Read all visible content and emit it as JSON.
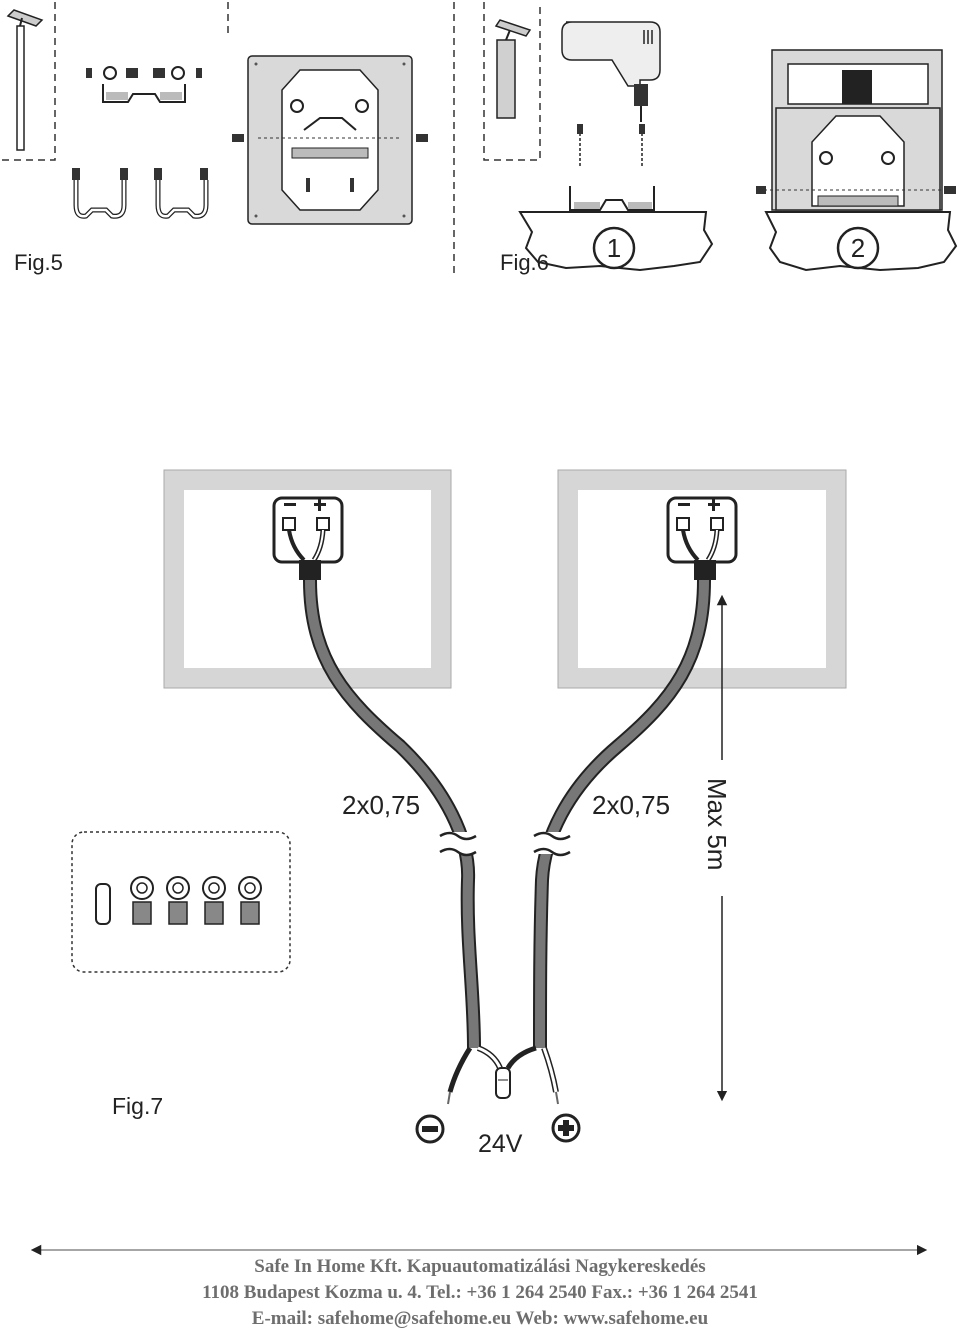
{
  "figures": {
    "fig5": {
      "label": "Fig.5"
    },
    "fig6": {
      "label": "Fig.6",
      "steps": [
        "1",
        "2"
      ]
    },
    "fig7": {
      "label": "Fig.7",
      "cable_left": "2x0,75",
      "cable_right": "2x0,75",
      "max_length": "Max 5m",
      "voltage": "24V"
    }
  },
  "footer": {
    "line1": "Safe In Home Kft. Kapuautomatizálási Nagykereskedés",
    "line2": "1108 Budapest Kozma u. 4.    Tel.: +36 1 264 2540 Fax.: +36 1 264 2541",
    "line3": "E-mail: safehome@safehome.eu  Web: www.safehome.eu"
  },
  "colors": {
    "line": "#222222",
    "cable": "#777777",
    "panel": "#d9d9d9",
    "footer_text": "#6e6e6e"
  }
}
